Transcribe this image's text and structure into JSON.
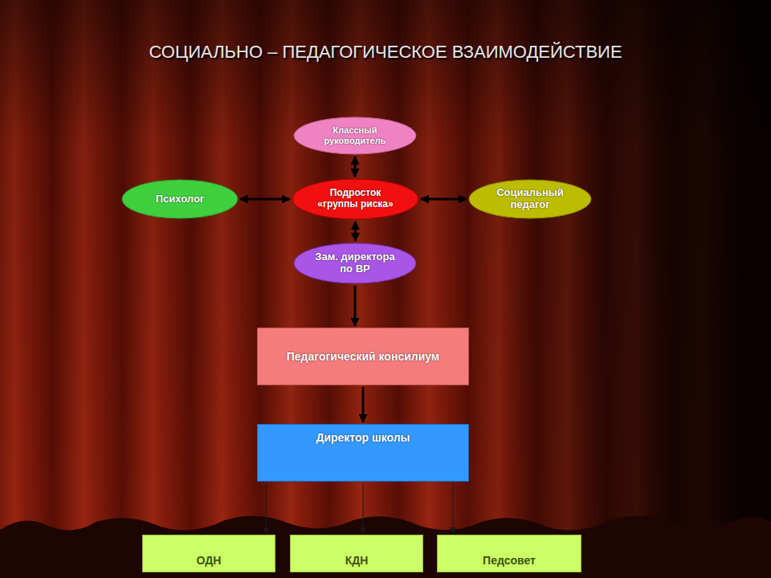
{
  "diagram": {
    "title": "СОЦИАЛЬНО – ПЕДАГОГИЧЕСКОЕ ВЗАИМОДЕЙСТВИЕ",
    "nodes": [
      {
        "text": [
          "Классный руководитель"
        ]
      },
      {
        "text": [
          "Психолог"
        ]
      },
      {
        "text": [
          "Подросток «группы риска»"
        ]
      },
      {
        "text": [
          "Социальный педагог"
        ]
      },
      {
        "text": [
          "Зам. директора по ВР"
        ]
      },
      {
        "text": [
          "Педагогический консилиум"
        ]
      },
      {
        "text": [
          "Директор школы"
        ]
      },
      {
        "text": [
          "ОДН"
        ]
      },
      {
        "text": [
          "КДН"
        ]
      },
      {
        "text": [
          "Педсовет"
        ]
      }
    ],
    "edges": [
      {
        "from": 0,
        "to": 2,
        "arrow": "both"
      },
      {
        "from": 1,
        "to": 2,
        "arrow": "both"
      },
      {
        "from": 2,
        "to": 3,
        "arrow": "both"
      },
      {
        "from": 2,
        "to": 4,
        "arrow": "both"
      },
      {
        "from": 4,
        "to": 5,
        "arrow": "to"
      },
      {
        "from": 5,
        "to": 6,
        "arrow": "to"
      },
      {
        "from": 6,
        "to": 7,
        "arrow": "to"
      },
      {
        "from": 6,
        "to": 8,
        "arrow": "to"
      },
      {
        "from": 6,
        "to": 9,
        "arrow": "to"
      }
    ]
  }
}
